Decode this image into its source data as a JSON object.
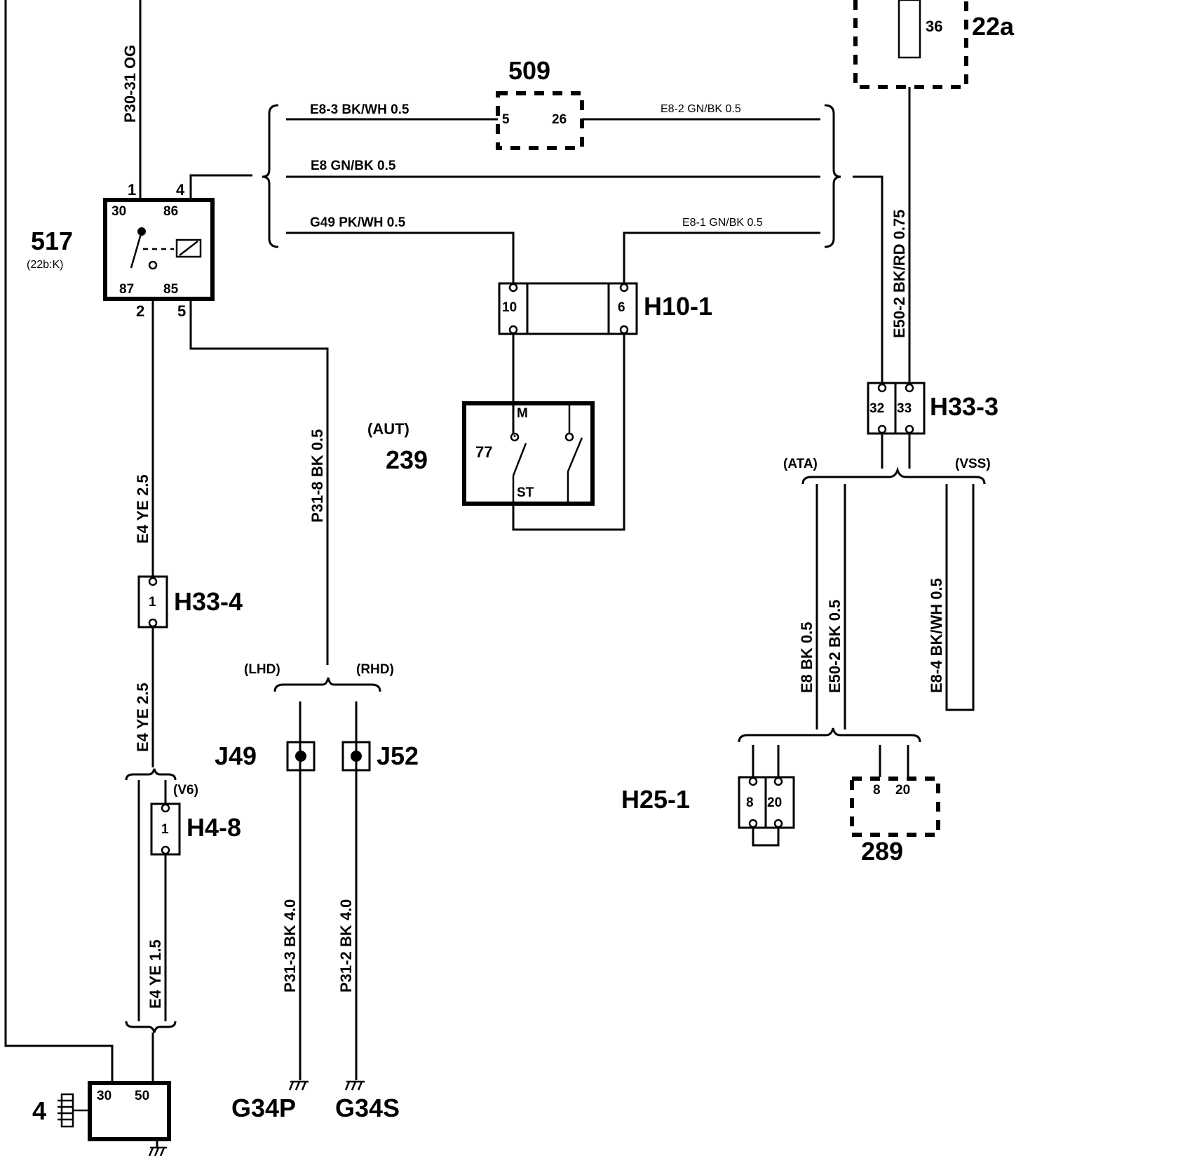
{
  "components": {
    "relay_517": {
      "id": "517",
      "ref": "(22b:K)",
      "pin_30": "30",
      "pin_86": "86",
      "pin_87": "87",
      "pin_85": "85",
      "term_1": "1",
      "term_4": "4",
      "term_2": "2",
      "term_5": "5"
    },
    "module_509": {
      "id": "509",
      "pin_5": "5",
      "pin_26": "26"
    },
    "module_22a": {
      "id": "22a",
      "pin": "36"
    },
    "connector_h10_1": {
      "id": "H10-1",
      "pin_10": "10",
      "pin_6": "6"
    },
    "switch_239": {
      "id": "239",
      "variant": "(AUT)",
      "pin_m": "M",
      "pin_77": "77",
      "pin_st": "ST"
    },
    "connector_h33_3": {
      "id": "H33-3",
      "pin_32": "32",
      "pin_33": "33"
    },
    "connector_h33_4": {
      "id": "H33-4",
      "pin": "1"
    },
    "connector_h4_8": {
      "id": "H4-8",
      "pin": "1",
      "variant": "(V6)"
    },
    "splice_j49": {
      "id": "J49"
    },
    "splice_j52": {
      "id": "J52"
    },
    "ground_g34p": {
      "id": "G34P"
    },
    "ground_g34s": {
      "id": "G34S"
    },
    "starter_4": {
      "id": "4",
      "pin_30": "30",
      "pin_50": "50"
    },
    "connector_h25_1": {
      "id": "H25-1",
      "pin_8": "8",
      "pin_20": "20"
    },
    "module_289": {
      "id": "289",
      "pin_8": "8",
      "pin_20": "20"
    }
  },
  "wires": {
    "p30_31": "P30-31  OG",
    "e8_3": "E8-3   BK/WH 0.5",
    "e8_2": "E8-2  GN/BK  0.5",
    "e8": "E8   GN/BK  0.5",
    "g49": "G49   PK/WH 0.5",
    "e8_1": "E8-1  GN/BK  0.5",
    "e50_2_top": "E50-2   BK/RD  0.75",
    "p31_8": "P31-8   BK  0.5",
    "e4_top": "E4   YE  2.5",
    "e4_mid": "E4   YE  2.5",
    "e4_low": "E4   YE  1.5",
    "p31_3": "P31-3   BK  4.0",
    "p31_2": "P31-2   BK  4.0",
    "e8_bk": "E8   BK  0.5",
    "e50_2_bk": "E50-2   BK  0.5",
    "e8_4": "E8-4   BK/WH  0.5"
  },
  "variants": {
    "lhd": "(LHD)",
    "rhd": "(RHD)",
    "ata": "(ATA)",
    "vss": "(VSS)"
  }
}
